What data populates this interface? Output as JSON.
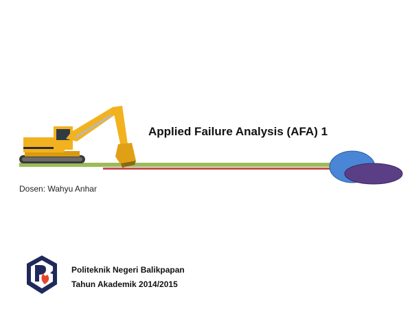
{
  "slide": {
    "title": "Applied Failure Analysis (AFA) 1",
    "lecturer": "Dosen: Wahyu Anhar",
    "institution_name": "Politeknik Negeri Balikpapan",
    "academic_year": "Tahun Akademik 2014/2015"
  },
  "colors": {
    "green_line": "#9bbb59",
    "red_line": "#c0504d",
    "blue_circle": "#4a86d6",
    "purple_ellipse": "#5b3f86",
    "excavator_yellow": "#f2b21f",
    "logo_navy": "#1f2a5a",
    "logo_red": "#e8452a"
  },
  "icons": {
    "excavator": "excavator-illustration",
    "logo": "institution-logo"
  }
}
